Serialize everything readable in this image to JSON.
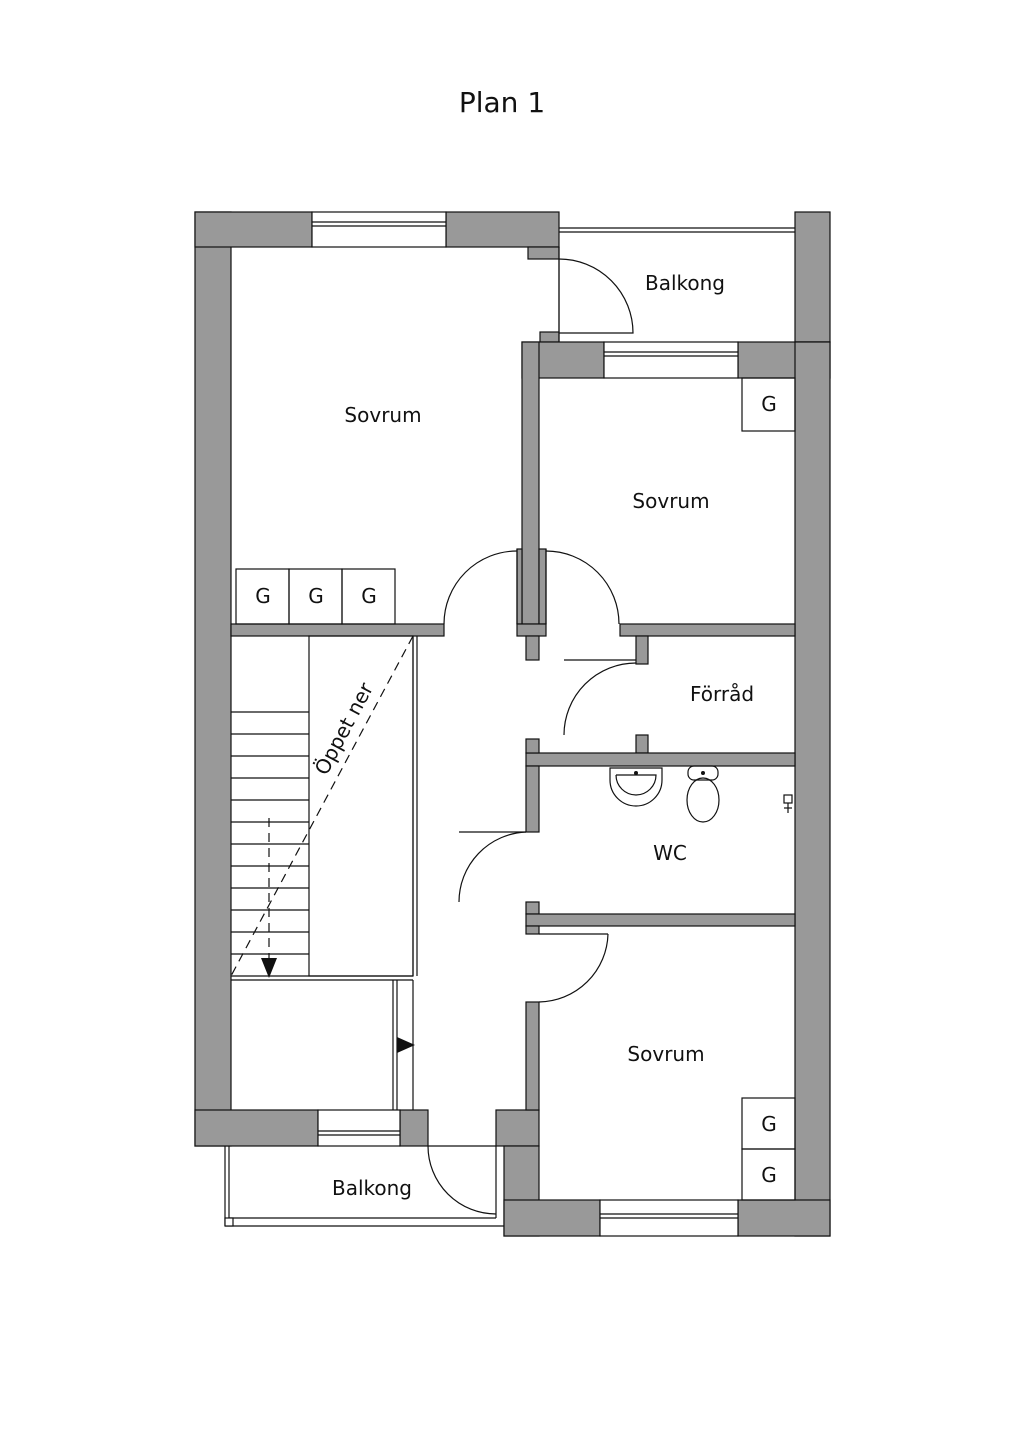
{
  "title": "Plan 1",
  "rooms": {
    "sovrum_top_left": "Sovrum",
    "sovrum_right_upper": "Sovrum",
    "sovrum_right_lower": "Sovrum",
    "balkong_top": "Balkong",
    "balkong_bottom": "Balkong",
    "forrad": "Förråd",
    "wc": "WC"
  },
  "stair_label": "Öppet ner",
  "wardrobe_label": "G"
}
